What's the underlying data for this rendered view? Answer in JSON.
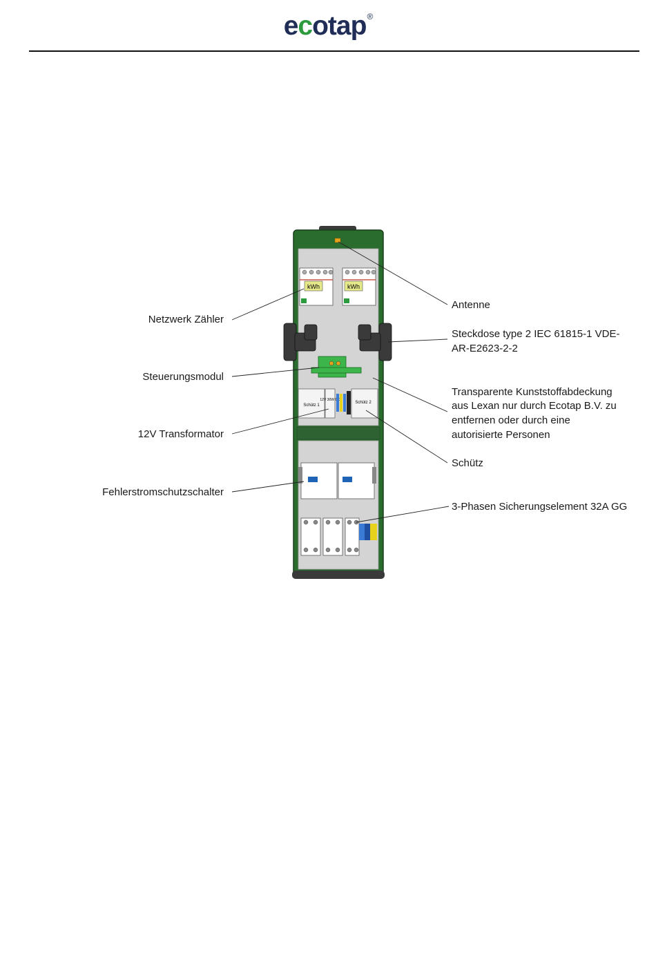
{
  "header": {
    "logo": {
      "part1": "e",
      "part2": "c",
      "part3": "otap",
      "reg": "®",
      "color_dark": "#1f2d57",
      "color_green": "#2e9a3e"
    }
  },
  "diagram": {
    "labels_left": {
      "meter": "Netzwerk Zähler",
      "control_module": "Steuerungsmodul",
      "transformer": "12V Transformator",
      "rcd": "Fehlerstromschutzschalter"
    },
    "labels_right": {
      "antenna": "Antenne",
      "socket_line1": "Steckdose type 2 IEC 61815-1 VDE-",
      "socket_line2": "AR-E2623-2-2",
      "cover_line1": "Transparente Kunststoffabdeckung",
      "cover_line2": "aus Lexan nur durch Ecotap B.V. zu",
      "cover_line3": "entfernen oder durch eine",
      "cover_line4": "autorisierte Personen",
      "contactor": "Schütz",
      "fuse": "3-Phasen Sicherungselement 32A GG"
    },
    "device_text": {
      "kwh": "kWh",
      "contactor1": "Schütz 1",
      "contactor2": "Schütz 2",
      "transformer_text": "12V 30W DC"
    },
    "colors": {
      "housing": "#2a6b2e",
      "panel": "#d4d4d4",
      "module": "#3cb54a",
      "connector": "#3a3a3a"
    }
  }
}
